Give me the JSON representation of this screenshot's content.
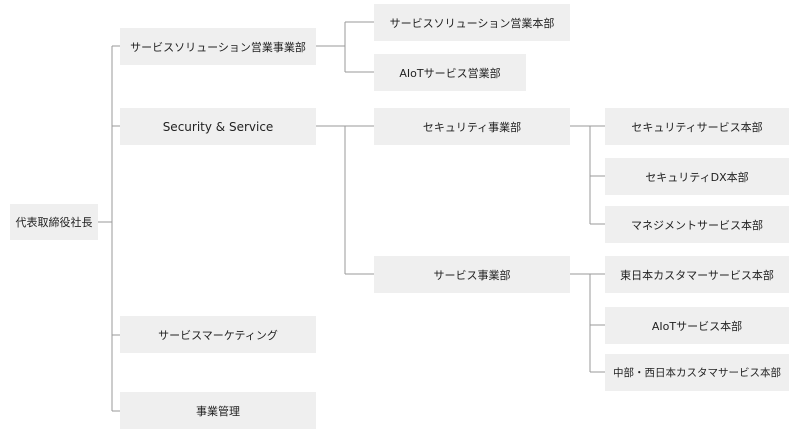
{
  "root": {
    "label": "代表取締役社長"
  },
  "level1": [
    {
      "label": "サービスソリューション営業事業部"
    },
    {
      "label": "Security & Service"
    },
    {
      "label": "サービスマーケティング"
    },
    {
      "label": "事業管理"
    }
  ],
  "level2": [
    {
      "label": "サービスソリューション営業本部"
    },
    {
      "label": "AIoTサービス営業部"
    },
    {
      "label": "セキュリティ事業部"
    },
    {
      "label": "サービス事業部"
    }
  ],
  "level3": [
    {
      "label": "セキュリティサービス本部"
    },
    {
      "label": "セキュリティDX本部"
    },
    {
      "label": "マネジメントサービス本部"
    },
    {
      "label": "東日本カスタマーサービス本部"
    },
    {
      "label": "AIoTサービス本部"
    },
    {
      "label": "中部・西日本カスタマサービス本部"
    }
  ],
  "colors": {
    "box": "#efefef",
    "line": "#9a9a9a",
    "text": "#222222"
  }
}
